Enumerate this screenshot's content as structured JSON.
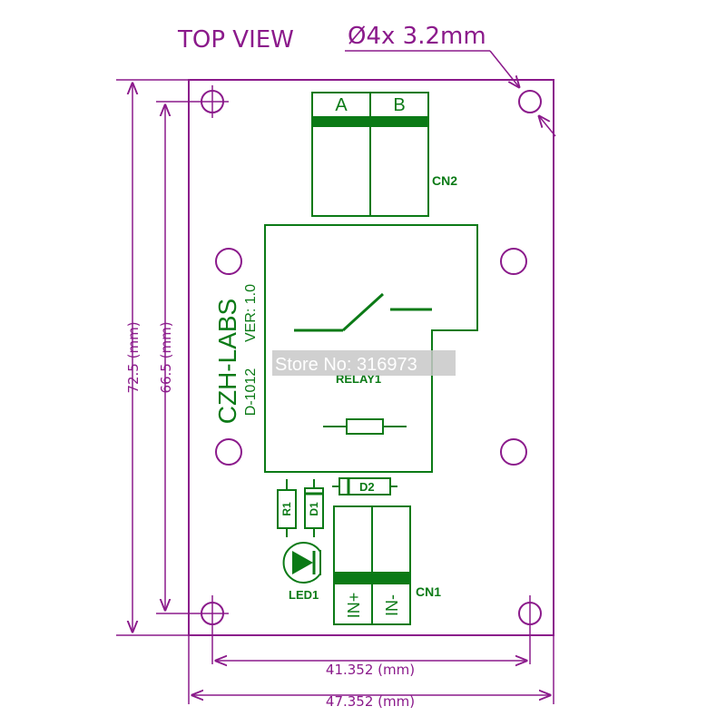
{
  "drawing": {
    "view_title": "TOP VIEW",
    "hole_spec": "Ø4x  3.2mm",
    "dim_height_outer": "72.5 (mm)",
    "dim_height_inner": "66.5 (mm)",
    "dim_width_inner": "41.352  (mm)",
    "dim_width_outer": "47.352  (mm)"
  },
  "board": {
    "brand": "CZH-LABS",
    "version": "VER: 1.0",
    "part_no": "D-1012",
    "cn2_label": "CN2",
    "cn2_pin_a": "A",
    "cn2_pin_b": "B",
    "relay_label": "RELAY1",
    "d2_label": "D2",
    "r1_label": "R1",
    "d1_label": "D1",
    "led_label": "LED1",
    "cn1_label": "CN1",
    "cn1_pin_plus": "IN+",
    "cn1_pin_minus": "IN-"
  },
  "watermark": "Store No: 316973",
  "colors": {
    "outline": "#8b1a8b",
    "silkscreen": "#0b7a16",
    "watermark_bg": "#c8c8c8"
  }
}
